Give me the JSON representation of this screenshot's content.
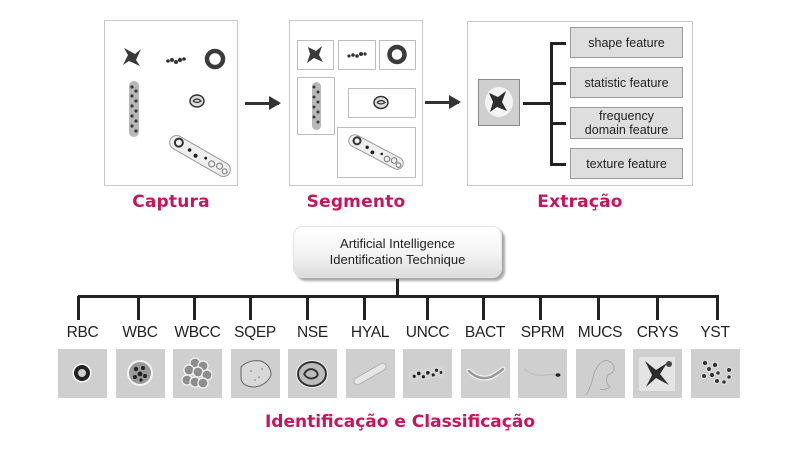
{
  "pipeline": {
    "steps": [
      {
        "id": "capture",
        "caption": "Captura"
      },
      {
        "id": "segment",
        "caption": "Segmento"
      },
      {
        "id": "extract",
        "caption": "Extração"
      }
    ],
    "features": [
      {
        "label_lines": [
          "shape feature"
        ]
      },
      {
        "label_lines": [
          "statistic feature"
        ]
      },
      {
        "label_lines": [
          "frequency",
          "domain feature"
        ]
      },
      {
        "label_lines": [
          "texture feature"
        ]
      }
    ]
  },
  "ai_box": {
    "line1": "Artificial Intelligence",
    "line2": "Identification Technique"
  },
  "classes": [
    {
      "code": "RBC",
      "icon": "red-blood-cell-icon"
    },
    {
      "code": "WBC",
      "icon": "white-blood-cell-icon"
    },
    {
      "code": "WBCC",
      "icon": "white-blood-cell-clump-icon"
    },
    {
      "code": "SQEP",
      "icon": "squamous-epithelial-icon"
    },
    {
      "code": "NSE",
      "icon": "non-squamous-epithelial-icon"
    },
    {
      "code": "HYAL",
      "icon": "hyaline-cast-icon"
    },
    {
      "code": "UNCC",
      "icon": "unclassified-cast-icon"
    },
    {
      "code": "BACT",
      "icon": "bacteria-icon"
    },
    {
      "code": "SPRM",
      "icon": "sperm-icon"
    },
    {
      "code": "MUCS",
      "icon": "mucus-icon"
    },
    {
      "code": "CRYS",
      "icon": "crystal-icon"
    },
    {
      "code": "YST",
      "icon": "yeast-icon"
    }
  ],
  "footer": {
    "title": "Identificação e Classificação"
  },
  "colors": {
    "accent": "#c8145a",
    "line": "#222222",
    "feature_box": "#dedede",
    "tile_bg": "#cfcfcf"
  }
}
